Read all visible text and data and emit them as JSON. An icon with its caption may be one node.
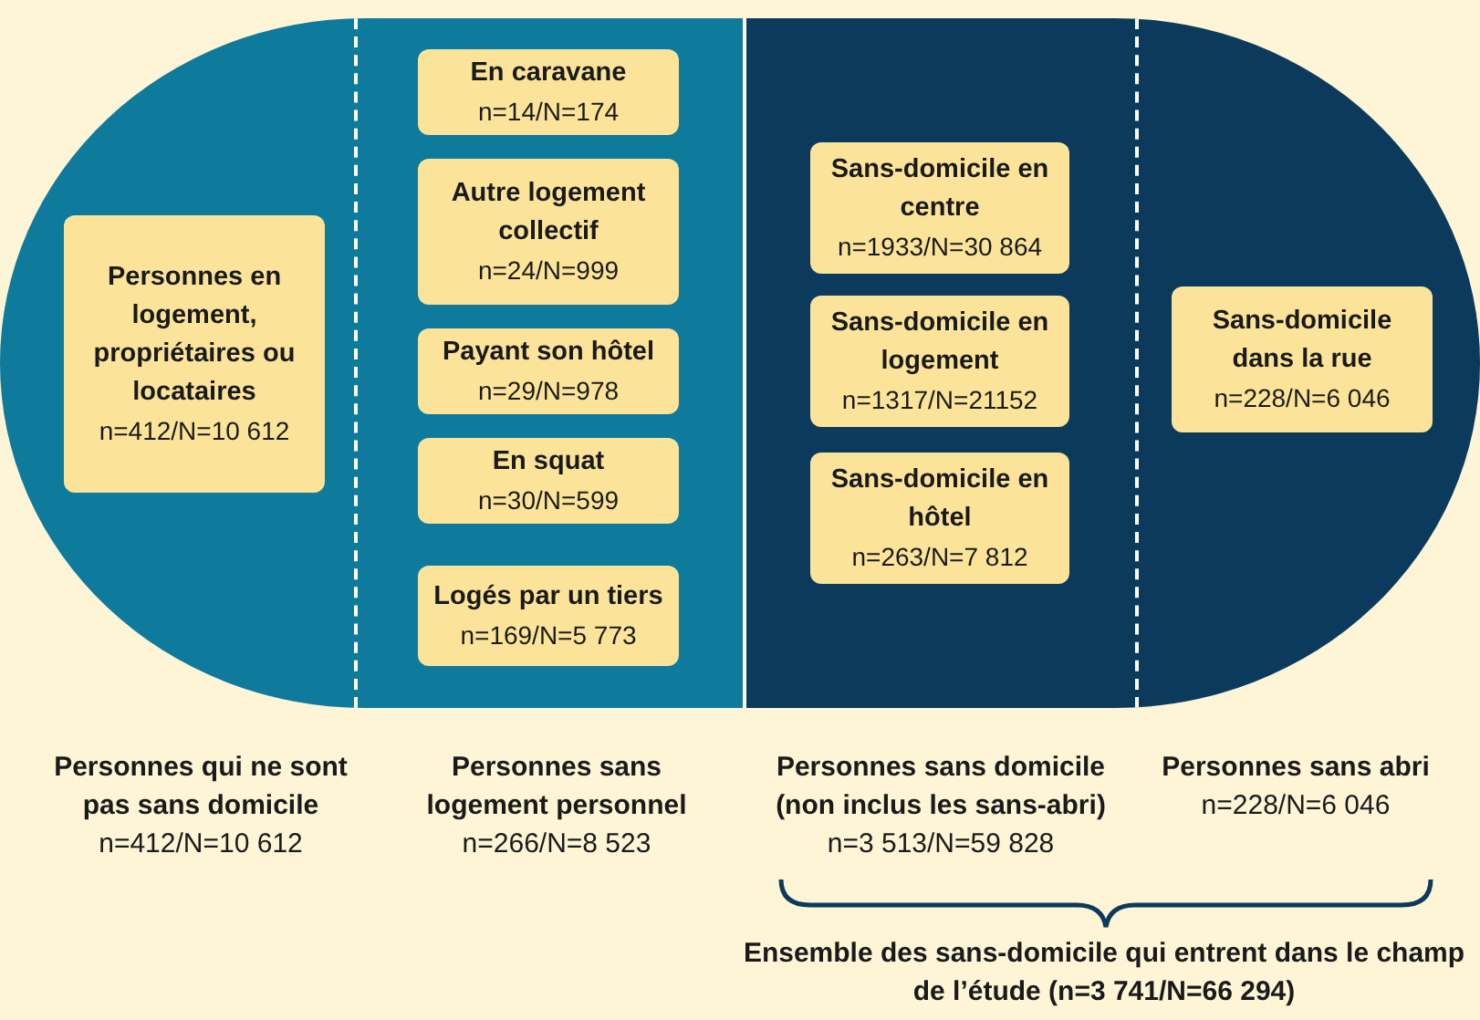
{
  "diagram": {
    "nodes": [
      {
        "text": [
          "Personnes en logement, propriétaires ou locataires",
          "n=412/N=10 612"
        ]
      },
      {
        "text": [
          "En caravane",
          "n=14/N=174"
        ]
      },
      {
        "text": [
          "Autre logement collectif",
          "n=24/N=999"
        ]
      },
      {
        "text": [
          "Payant son hôtel",
          "n=29/N=978"
        ]
      },
      {
        "text": [
          "En squat",
          "n=30/N=599"
        ]
      },
      {
        "text": [
          "Logés par un tiers",
          "n=169/N=5 773"
        ]
      },
      {
        "text": [
          "Sans-domicile en centre",
          "n=1933/N=30 864"
        ]
      },
      {
        "text": [
          "Sans-domicile en logement",
          "n=1317/N=21152"
        ]
      },
      {
        "text": [
          "Sans-domicile en hôtel",
          "n=263/N=7 812"
        ]
      },
      {
        "text": [
          "Sans-domicile dans la rue",
          "n=228/N=6 046"
        ]
      }
    ],
    "labels": [
      "Personnes qui ne sont pas sans domicile",
      "n=412/N=10 612",
      "Personnes sans logement personnel",
      "n=266/N=8 523",
      "Personnes sans domicile (non inclus les sans-abri)",
      "n=3 513/N=59 828",
      "Personnes sans abri",
      "n=228/N=6 046",
      "Ensemble des sans-domicile qui entrent dans le champ de l’étude (n=3 741/N=66 294)"
    ]
  }
}
